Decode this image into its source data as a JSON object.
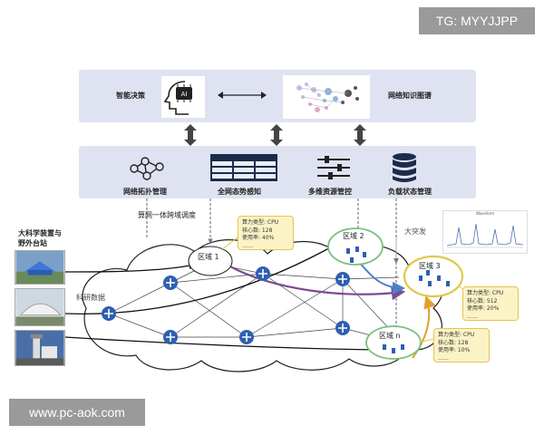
{
  "watermarks": {
    "top_right": "TG: MYYJJPP",
    "bottom_left": "www.pc-aok.com"
  },
  "top_layer": {
    "left_label": "智能决策",
    "right_label": "网络知识图谱"
  },
  "mid_layer": {
    "items": [
      {
        "label": "网络拓扑管理"
      },
      {
        "label": "全网态势感知"
      },
      {
        "label": "多维资源管控"
      },
      {
        "label": "负载状态管理"
      }
    ]
  },
  "network": {
    "schedule_label": "算网一体跨域调度",
    "burst_label": "大突发",
    "research_label": "科研数据",
    "sites_label": "大科学装置与\n野外台站",
    "chart_label": "Waveform",
    "regions": [
      {
        "name": "区域 1"
      },
      {
        "name": "区域 2"
      },
      {
        "name": "区域 3"
      },
      {
        "name": "区域 n"
      }
    ],
    "callouts": [
      {
        "lines": [
          "算力类型: CPU",
          "核心数: 128",
          "使用率: 40%",
          "……"
        ]
      },
      {
        "lines": [
          "算力类型: CPU",
          "核心数: 512",
          "使用率: 20%",
          "……"
        ]
      },
      {
        "lines": [
          "算力类型: CPU",
          "核心数: 128",
          "使用率: 10%",
          "……"
        ]
      }
    ]
  }
}
